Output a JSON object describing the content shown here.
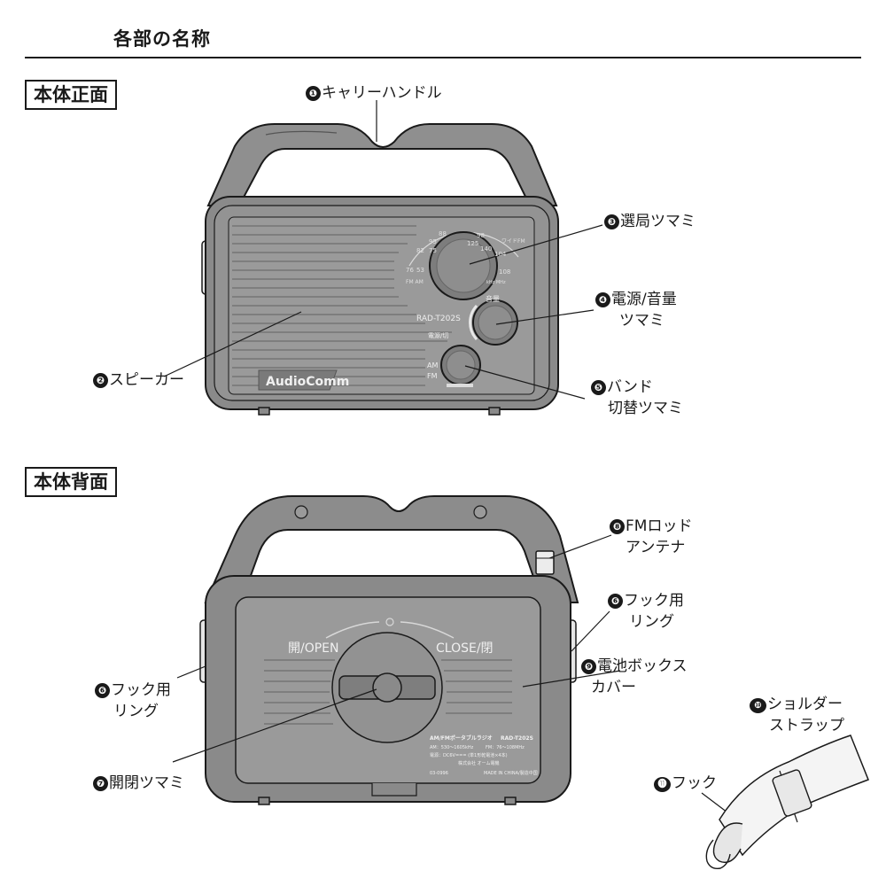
{
  "page": {
    "title": "各部の名称"
  },
  "front": {
    "section_label": "本体正面",
    "brand": "AudioComm",
    "model": "RAD-T202S",
    "dial_numbers": [
      "88",
      "95",
      "98",
      "125",
      "82",
      "75",
      "140",
      "104",
      "76",
      "53",
      "108",
      "FM AM",
      "kHz MHz",
      "ワイドFM"
    ],
    "volume_label": "音量",
    "power_label": "電源/切",
    "band_am": "AM",
    "band_fm": "FM",
    "parts": [
      {
        "num": "❶",
        "name": "キャリーハンドル"
      },
      {
        "num": "❷",
        "name": "スピーカー"
      },
      {
        "num": "❸",
        "name": "選局ツマミ"
      },
      {
        "num": "❹",
        "name_line1": "電源/音量",
        "name_line2": "ツマミ"
      },
      {
        "num": "❺",
        "name_line1": "バンド",
        "name_line2": "切替ツマミ"
      }
    ]
  },
  "back": {
    "section_label": "本体背面",
    "open_label": "開/OPEN",
    "close_label": "CLOSE/閉",
    "spec_title": "AM/FMポータブルラジオ",
    "spec_model": "RAD-T202S",
    "spec_am": "AM：530～1605kHz",
    "spec_fm": "FM：76～108MHz",
    "spec_power": "電源：DC6V=== (単1形乾電池×4本)",
    "spec_company": "株式会社 オーム電機",
    "spec_code": "03-0996",
    "spec_origin": "MADE IN CHINA/製造中国",
    "parts": [
      {
        "num": "❽",
        "name_line1": "FMロッド",
        "name_line2": "アンテナ"
      },
      {
        "num": "❻",
        "name_line1": "フック用",
        "name_line2": "リング"
      },
      {
        "num": "❾",
        "name_line1": "電池ボックス",
        "name_line2": "カバー"
      },
      {
        "num": "❻",
        "name_line1": "フック用",
        "name_line2": "リング"
      },
      {
        "num": "❼",
        "name": "開閉ツマミ"
      },
      {
        "num": "❿",
        "name_line1": "ショルダー",
        "name_line2": "ストラップ"
      },
      {
        "num": "⓫",
        "name": "フック"
      }
    ]
  }
}
